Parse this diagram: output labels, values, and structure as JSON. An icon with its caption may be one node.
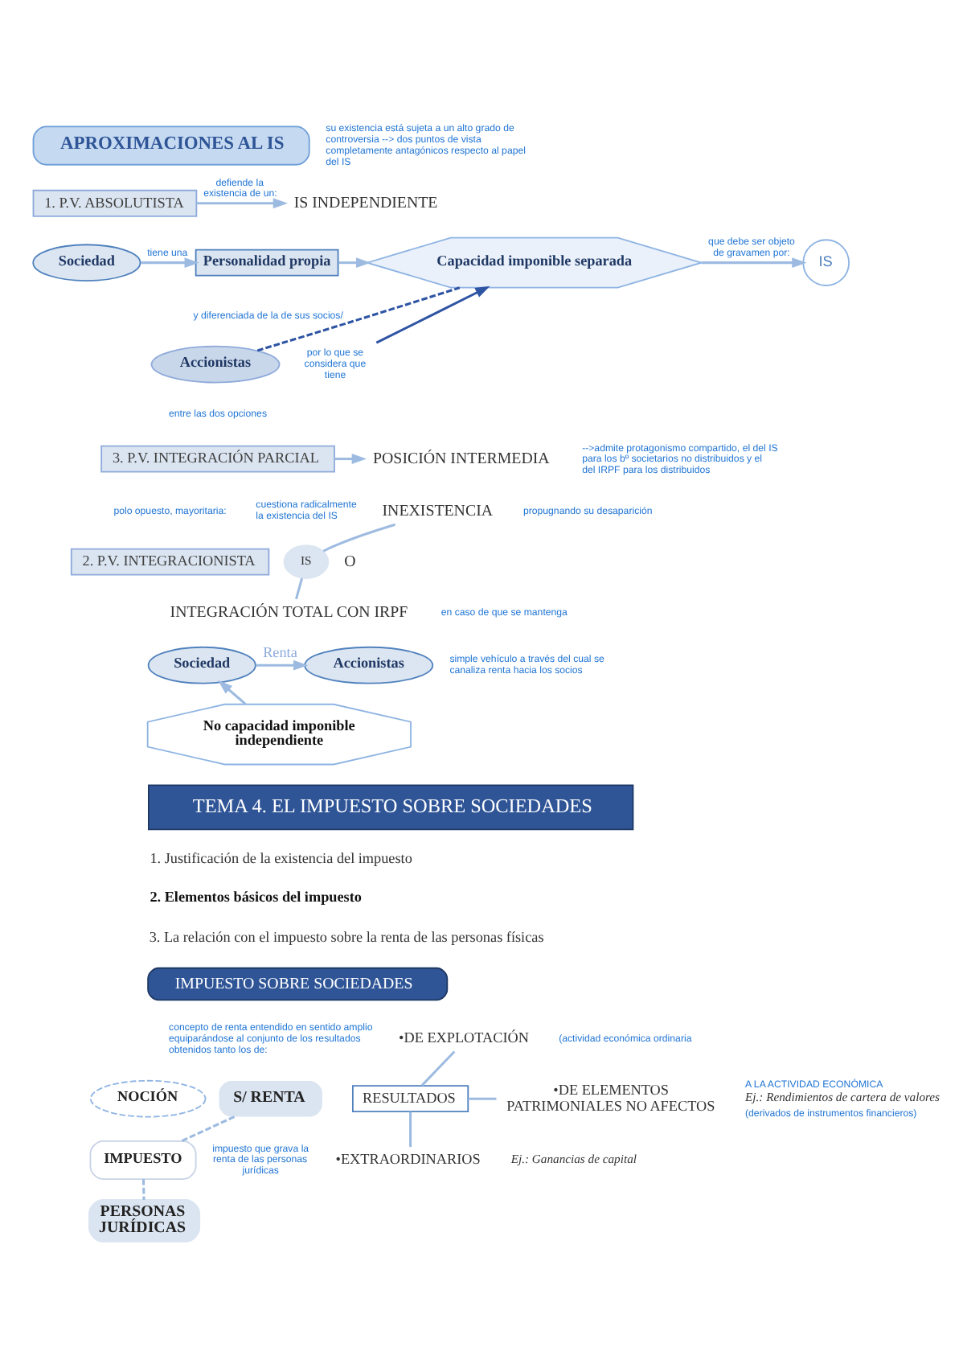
{
  "diagram": {
    "nodes": [
      {
        "text": [
          "APROXIMACIONES AL IS"
        ],
        "beside": [
          "su existencia está sujeta a un alto grado de controversia --> dos puntos de vista completamente antagónicos respecto al papel del IS"
        ]
      },
      {
        "text": [
          "1. P.V. ABSOLUTISTA"
        ]
      },
      {
        "text": [
          "IS INDEPENDIENTE"
        ]
      },
      {
        "text": [
          "Sociedad"
        ]
      },
      {
        "text": [
          "Personalidad propia"
        ],
        "beside": [
          "y diferenciada de la de sus socios/"
        ]
      },
      {
        "text": [
          "Capacidad imponible separada"
        ]
      },
      {
        "text": [
          "IS"
        ]
      },
      {
        "text": [
          "Accionistas"
        ]
      },
      {
        "text": [
          "por lo que se considera que tiene"
        ]
      },
      {
        "text": [
          "3. P.V. INTEGRACIÓN PARCIAL"
        ],
        "beside": [
          "entre las dos opciones"
        ]
      },
      {
        "text": [
          "POSICIÓN INTERMEDIA"
        ],
        "beside": [
          "-->admite protagonismo compartido, el del IS para los bº societarios no distribuidos y el del IRPF para los distribuidos"
        ]
      },
      {
        "text": [
          "2. P.V. INTEGRACIONISTA"
        ],
        "beside": [
          "polo opuesto, mayoritaria:"
        ]
      },
      {
        "text": [
          "IS"
        ],
        "beside": [
          "cuestiona radicalmente la existencia del IS"
        ]
      },
      {
        "text": [
          "INEXISTENCIA"
        ],
        "beside": [
          "propugnando su desaparición"
        ]
      },
      {
        "text": [
          "INTEGRACIÓN TOTAL CON IRPF"
        ],
        "beside": [
          "en caso de que se mantenga"
        ]
      },
      {
        "text": [
          "Sociedad"
        ]
      },
      {
        "text": [
          "Accionistas"
        ],
        "beside": [
          "simple vehículo a través del cual se canaliza renta hacia los socios"
        ]
      },
      {
        "text": [
          "No capacidad imponible independiente"
        ]
      },
      {
        "text": [
          "TEMA 4. EL IMPUESTO SOBRE SOCIEDADES"
        ]
      },
      {
        "text": [
          "IMPUESTO SOBRE SOCIEDADES"
        ]
      },
      {
        "text": [
          "NOCIÓN"
        ]
      },
      {
        "text": [
          "S/ RENTA"
        ],
        "beside": [
          "concepto de renta entendido en sentido amplio equiparándose al conjunto de los resultados obtenidos tanto los de:"
        ]
      },
      {
        "text": [
          "RESULTADOS"
        ]
      },
      {
        "text": [
          "•DE EXPLOTACIÓN"
        ],
        "beside": [
          "(actividad económica ordinaria"
        ]
      },
      {
        "text": [
          "•DE ELEMENTOS PATRIMONIALES NO AFECTOS"
        ],
        "beside": [
          "A LA ACTIVIDAD ECONÓMICA",
          "Ej.: Rendimientos de cartera de valores",
          "(derivados de instrumentos financieros)"
        ]
      },
      {
        "text": [
          "IMPUESTO"
        ]
      },
      {
        "text": [
          "•EXTRAORDINARIOS"
        ],
        "beside": [
          "Ej.: Ganancias de capital"
        ]
      },
      {
        "text": [
          "PERSONAS JURÍDICAS"
        ]
      }
    ],
    "edges": [
      {
        "from": 1,
        "to": 2,
        "arrow": "to",
        "label": "defiende la existencia de un:"
      },
      {
        "from": 3,
        "to": 4,
        "arrow": "to",
        "label": "tiene una"
      },
      {
        "from": 4,
        "to": 5,
        "arrow": "to"
      },
      {
        "from": 5,
        "to": 6,
        "arrow": "to",
        "label": "que debe ser objeto de gravamen por:"
      },
      {
        "from": 7,
        "to": 5,
        "arrow": "none",
        "style": "dashed",
        "color": "#2e54a4"
      },
      {
        "from": 8,
        "to": 5,
        "arrow": "to",
        "color": "#2e54a4"
      },
      {
        "from": 9,
        "to": 10,
        "arrow": "to"
      },
      {
        "from": 12,
        "to": 13,
        "arrow": "none"
      },
      {
        "from": 12,
        "to": 14,
        "arrow": "none"
      },
      {
        "from": 15,
        "to": 16,
        "arrow": "to",
        "label": "Renta"
      },
      {
        "from": 17,
        "to": 15,
        "arrow": "to"
      },
      {
        "from": 25,
        "to": 21,
        "arrow": "none",
        "style": "dashed"
      },
      {
        "from": 25,
        "to": 27,
        "arrow": "none",
        "style": "dashed"
      },
      {
        "from": 22,
        "to": 23,
        "arrow": "none"
      },
      {
        "from": 22,
        "to": 24,
        "arrow": "none"
      },
      {
        "from": 22,
        "to": 26,
        "arrow": "none"
      }
    ],
    "labels": [
      "O",
      "1. Justificación de la existencia del impuesto",
      "2. Elementos básicos del impuesto",
      "3. La relación con el impuesto sobre la renta de las personas físicas",
      "impuesto que grava la renta de las personas jurídicas"
    ]
  }
}
